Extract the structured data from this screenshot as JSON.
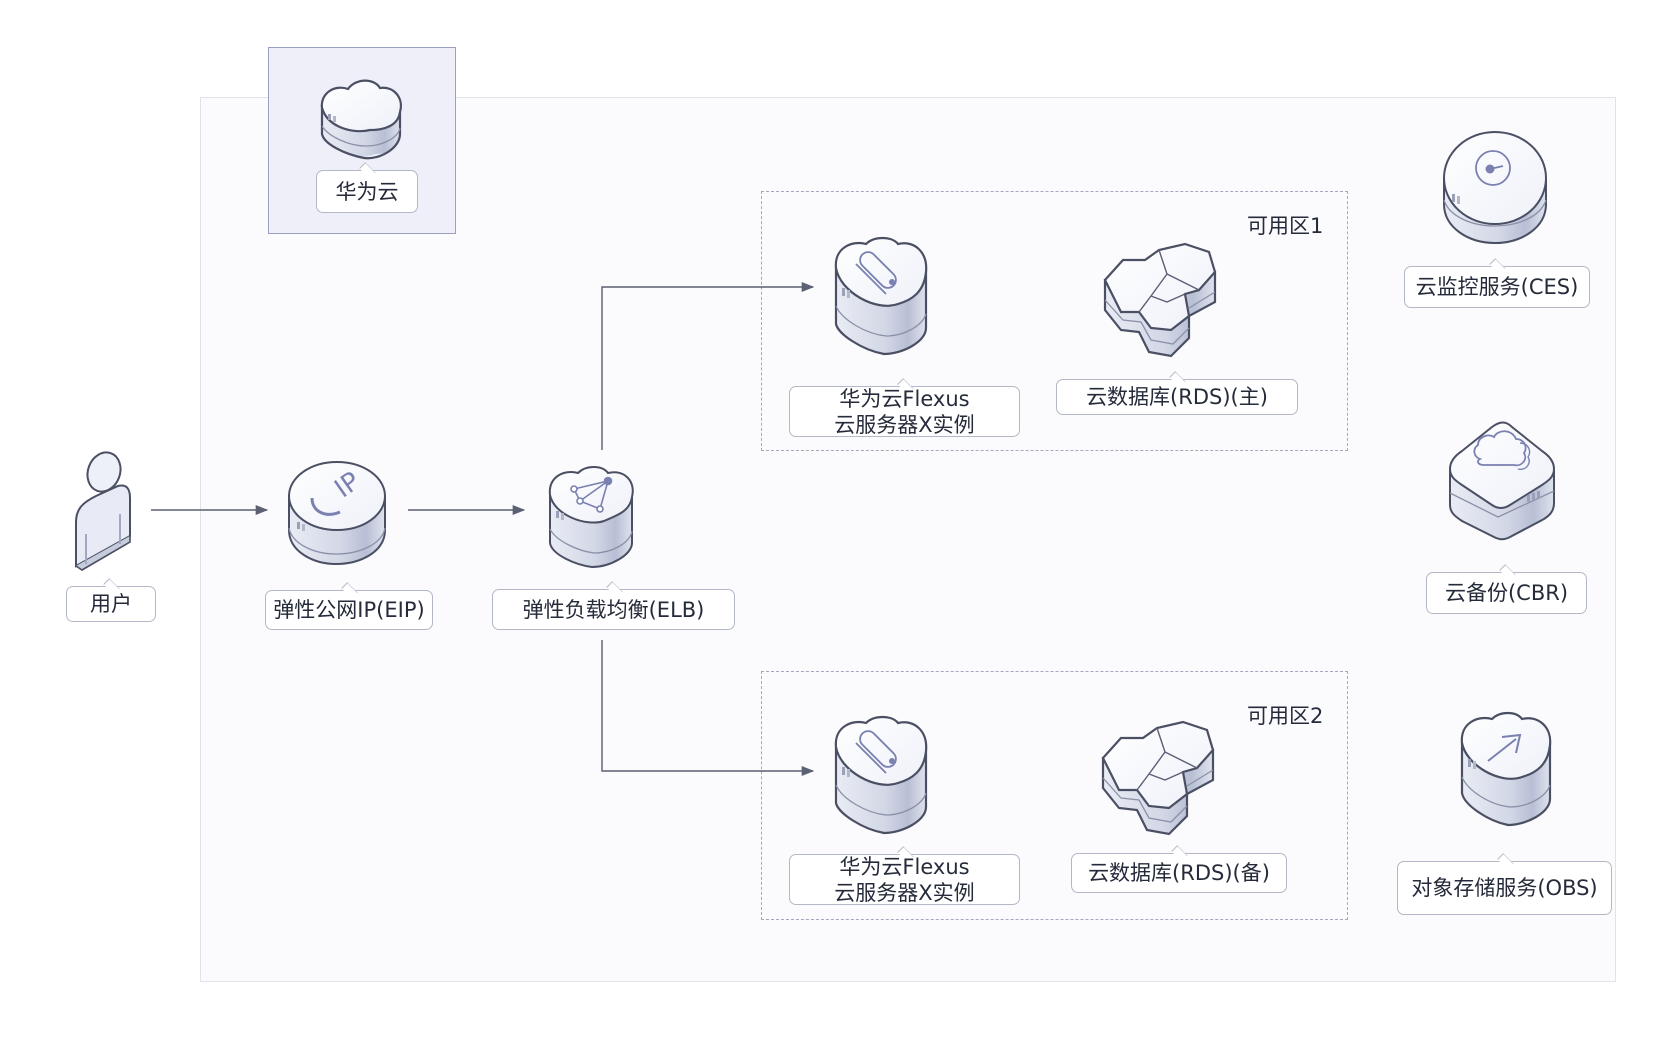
{
  "diagram": {
    "title": "华为云Flexus云服务器X实例 高可用部署架构",
    "cloud_provider": {
      "label": "华为云",
      "icon": "huawei-cloud-icon"
    },
    "zones": [
      {
        "id": "az1",
        "label": "可用区1"
      },
      {
        "id": "az2",
        "label": "可用区2"
      }
    ],
    "nodes": {
      "user": {
        "label": "用户",
        "icon": "user-icon"
      },
      "eip": {
        "label": "弹性公网IP(EIP)",
        "icon": "eip-icon"
      },
      "elb": {
        "label": "弹性负载均衡(ELB)",
        "icon": "elb-icon"
      },
      "ecs1": {
        "label_line1": "华为云Flexus",
        "label_line2": "云服务器X实例",
        "icon": "flexus-server-icon"
      },
      "rds1": {
        "label": "云数据库(RDS)(主)",
        "icon": "rds-icon"
      },
      "ecs2": {
        "label_line1": "华为云Flexus",
        "label_line2": "云服务器X实例",
        "icon": "flexus-server-icon"
      },
      "rds2": {
        "label": "云数据库(RDS)(备)",
        "icon": "rds-icon"
      },
      "ces": {
        "label": "云监控服务(CES)",
        "icon": "ces-monitor-icon"
      },
      "cbr": {
        "label": "云备份(CBR)",
        "icon": "cbr-backup-icon"
      },
      "obs": {
        "label": "对象存储服务(OBS)",
        "icon": "obs-storage-icon"
      }
    },
    "edges": [
      {
        "from": "用户",
        "to": "弹性公网IP(EIP)"
      },
      {
        "from": "弹性公网IP(EIP)",
        "to": "弹性负载均衡(ELB)"
      },
      {
        "from": "弹性负载均衡(ELB)",
        "to": "华为云Flexus云服务器X实例 (可用区1)"
      },
      {
        "from": "弹性负载均衡(ELB)",
        "to": "华为云Flexus云服务器X实例 (可用区2)"
      }
    ],
    "colors": {
      "outline": "#4a4f63",
      "accent": "#7a80b0",
      "zone_border": "#a4a8bd",
      "cloud_box_bg": "#eeeff8",
      "cloud_box_border": "#9a9fc4",
      "connector": "#5b6072"
    }
  }
}
